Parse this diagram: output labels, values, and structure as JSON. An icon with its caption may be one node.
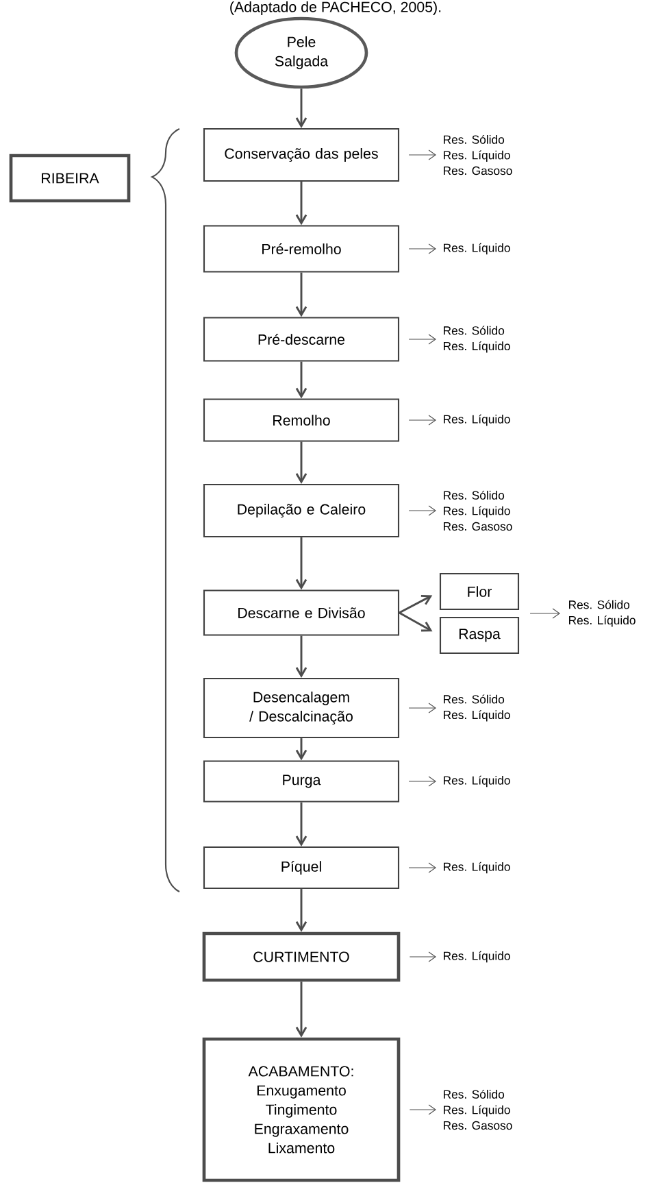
{
  "diagram": {
    "caption": "(Adaptado de PACHECO, 2005).",
    "nodes": [
      {
        "text": [
          "Pele Salgada"
        ]
      },
      {
        "text": [
          "RIBEIRA"
        ]
      },
      {
        "text": [
          "Conservação das peles"
        ]
      },
      {
        "text": [
          "Res. Sólido",
          "Res. Líquido",
          "Res. Gasoso"
        ]
      },
      {
        "text": [
          "Pré-remolho"
        ]
      },
      {
        "text": [
          "Res. Líquido"
        ]
      },
      {
        "text": [
          "Pré-descarne"
        ]
      },
      {
        "text": [
          "Res. Sólido",
          "Res. Líquido"
        ]
      },
      {
        "text": [
          "Remolho"
        ]
      },
      {
        "text": [
          "Res. Líquido"
        ]
      },
      {
        "text": [
          "Depilação e Caleiro"
        ]
      },
      {
        "text": [
          "Res. Sólido",
          "Res. Líquido",
          "Res. Gasoso"
        ]
      },
      {
        "text": [
          "Descarne e Divisão"
        ]
      },
      {
        "text": [
          "Flor"
        ]
      },
      {
        "text": [
          "Raspa"
        ]
      },
      {
        "text": [
          "Res. Sólido",
          "Res. Líquido"
        ]
      },
      {
        "text": [
          "Desencalagem / Descalcinação"
        ]
      },
      {
        "text": [
          "Res. Sólido",
          "Res. Líquido"
        ]
      },
      {
        "text": [
          "Purga"
        ]
      },
      {
        "text": [
          "Res. Líquido"
        ]
      },
      {
        "text": [
          "Píquel"
        ]
      },
      {
        "text": [
          "Res. Líquido"
        ]
      },
      {
        "text": [
          "CURTIMENTO"
        ]
      },
      {
        "text": [
          "Res. Líquido"
        ]
      },
      {
        "text": [
          "ACABAMENTO:",
          "Enxugamento",
          "Tingimento",
          "Engraxamento",
          "Lixamento"
        ]
      },
      {
        "text": [
          "Res. Sólido",
          "Res. Líquido",
          "Res. Gasoso"
        ]
      }
    ],
    "edges": [
      {
        "from": 0,
        "to": 2,
        "arrow": "to"
      },
      {
        "from": 2,
        "to": 3,
        "arrow": "to"
      },
      {
        "from": 2,
        "to": 4,
        "arrow": "to"
      },
      {
        "from": 4,
        "to": 5,
        "arrow": "to"
      },
      {
        "from": 4,
        "to": 6,
        "arrow": "to"
      },
      {
        "from": 6,
        "to": 7,
        "arrow": "to"
      },
      {
        "from": 6,
        "to": 8,
        "arrow": "to"
      },
      {
        "from": 8,
        "to": 9,
        "arrow": "to"
      },
      {
        "from": 8,
        "to": 10,
        "arrow": "to"
      },
      {
        "from": 10,
        "to": 11,
        "arrow": "to"
      },
      {
        "from": 10,
        "to": 12,
        "arrow": "to"
      },
      {
        "from": 12,
        "to": 13,
        "arrow": "to"
      },
      {
        "from": 12,
        "to": 14,
        "arrow": "to"
      },
      {
        "from": 13,
        "to": 15,
        "arrow": "to"
      },
      {
        "from": 14,
        "to": 15,
        "arrow": "to"
      },
      {
        "from": 12,
        "to": 16,
        "arrow": "to"
      },
      {
        "from": 16,
        "to": 17,
        "arrow": "to"
      },
      {
        "from": 16,
        "to": 18,
        "arrow": "to"
      },
      {
        "from": 18,
        "to": 19,
        "arrow": "to"
      },
      {
        "from": 18,
        "to": 20,
        "arrow": "to"
      },
      {
        "from": 20,
        "to": 21,
        "arrow": "to"
      },
      {
        "from": 20,
        "to": 22,
        "arrow": "to"
      },
      {
        "from": 22,
        "to": 23,
        "arrow": "to"
      },
      {
        "from": 22,
        "to": 24,
        "arrow": "to"
      },
      {
        "from": 24,
        "to": 25,
        "arrow": "to"
      }
    ]
  }
}
